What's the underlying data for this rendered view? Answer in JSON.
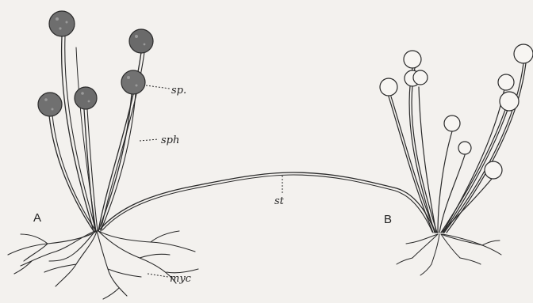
{
  "labels": {
    "A": "A",
    "B": "B",
    "sp": "sp.",
    "sph": "sph",
    "st": "st",
    "myc": "myc"
  },
  "colors": {
    "background": "#f3f1ee",
    "ink": "#2a2a2a",
    "sporangium_dark": "#6e6e6e",
    "sporangium_light": "#f7f5f2"
  }
}
